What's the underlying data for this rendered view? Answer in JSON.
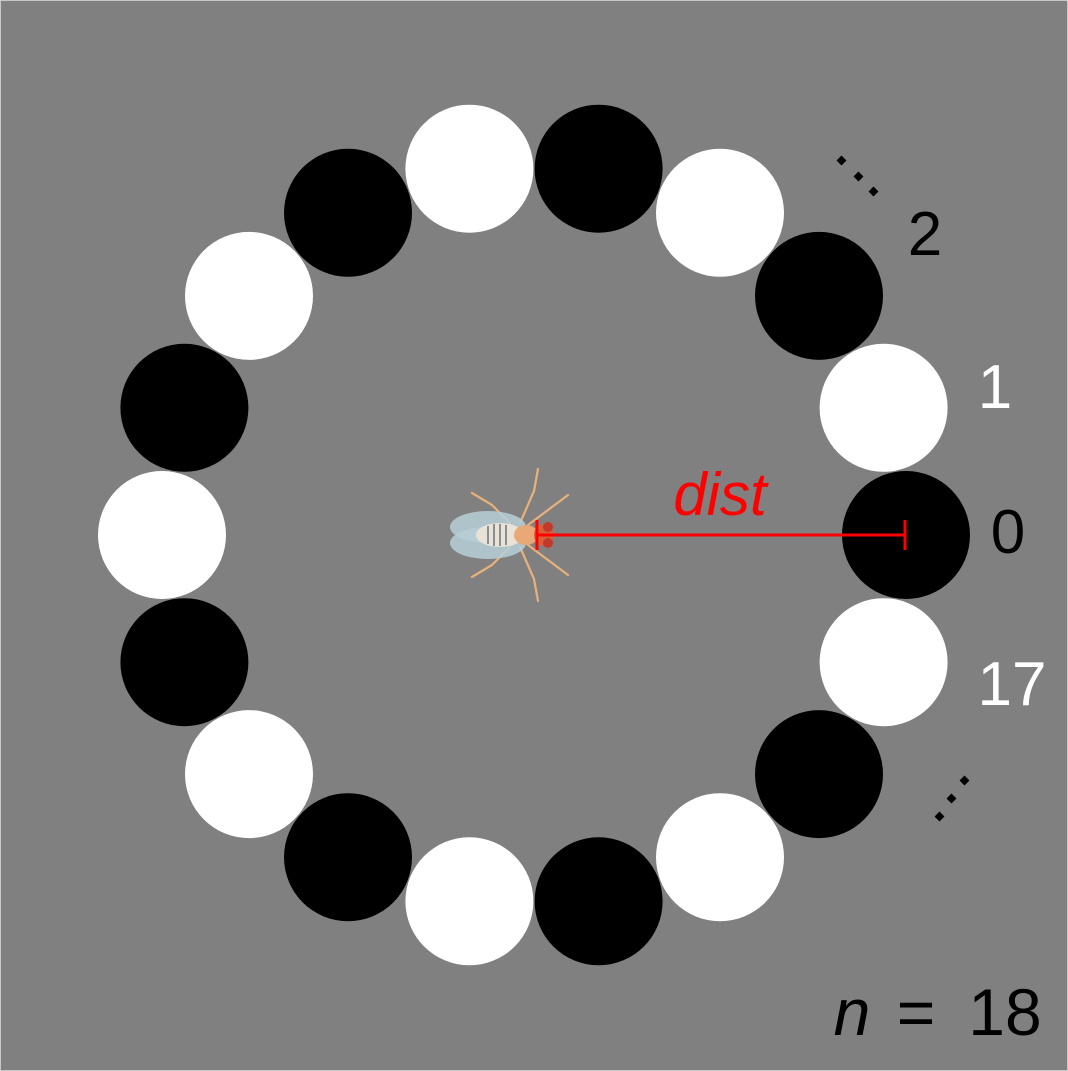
{
  "figure": {
    "background_color": "#808080",
    "dot_count": 18,
    "dot_colors": {
      "black": "#000000",
      "white": "#ffffff"
    },
    "first_dot_color": "black",
    "index_labels": [
      {
        "text": "0",
        "color": "#000000"
      },
      {
        "text": "1",
        "color": "#ffffff"
      },
      {
        "text": "2",
        "color": "#000000"
      },
      {
        "text": "17",
        "color": "#ffffff"
      }
    ],
    "distance_label": "dist",
    "distance_color": "#ff0000",
    "count_label": {
      "variable": "n",
      "equals": "=",
      "value": "18"
    },
    "fly_icon": "fruit-fly-icon"
  }
}
